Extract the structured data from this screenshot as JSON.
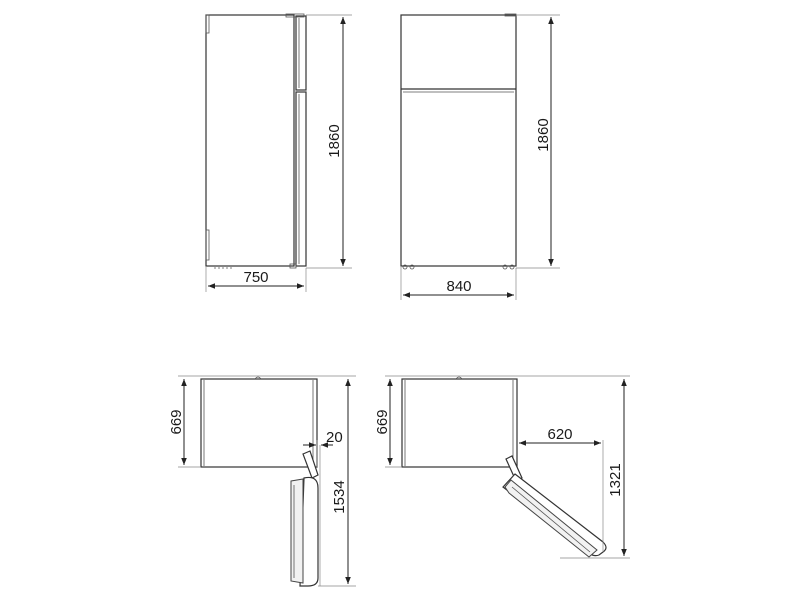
{
  "drawing": {
    "side_view": {
      "height_label": "1860",
      "depth_label": "750"
    },
    "front_view": {
      "height_label": "1860",
      "width_label": "840"
    },
    "top_view_door_open_90": {
      "depth_label": "669",
      "door_clearance_label": "20",
      "total_depth_label": "1534"
    },
    "top_view_door_open_angle": {
      "depth_label": "669",
      "door_reach_label": "620",
      "total_depth_label": "1321"
    }
  },
  "colors": {
    "line": "#333333",
    "background": "#ffffff"
  }
}
